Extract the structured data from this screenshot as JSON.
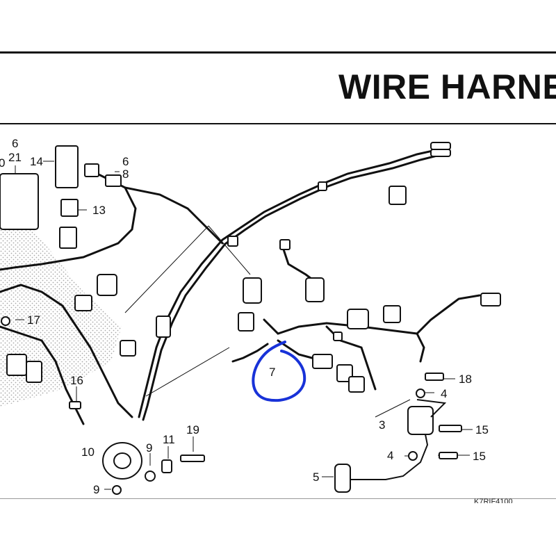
{
  "title": "WIRE HARNE",
  "diagram_code": "K7RIF4100",
  "colors": {
    "ink": "#111111",
    "stipple": "#9a9a9a",
    "highlight": "#1832d8"
  },
  "callouts": [
    {
      "id": "c-6a",
      "label": "6"
    },
    {
      "id": "c-21",
      "label": "21"
    },
    {
      "id": "c-20",
      "label": "0"
    },
    {
      "id": "c-14",
      "label": "14"
    },
    {
      "id": "c-6b",
      "label": "6"
    },
    {
      "id": "c-8",
      "label": "8"
    },
    {
      "id": "c-13",
      "label": "13"
    },
    {
      "id": "c-17",
      "label": "17"
    },
    {
      "id": "c-16",
      "label": "16"
    },
    {
      "id": "c-10",
      "label": "10"
    },
    {
      "id": "c-9a",
      "label": "9"
    },
    {
      "id": "c-11",
      "label": "11"
    },
    {
      "id": "c-19",
      "label": "19"
    },
    {
      "id": "c-9b",
      "label": "9"
    },
    {
      "id": "c-7",
      "label": "7"
    },
    {
      "id": "c-18",
      "label": "18"
    },
    {
      "id": "c-4a",
      "label": "4"
    },
    {
      "id": "c-3",
      "label": "3"
    },
    {
      "id": "c-15a",
      "label": "15"
    },
    {
      "id": "c-4b",
      "label": "4"
    },
    {
      "id": "c-15b",
      "label": "15"
    },
    {
      "id": "c-5",
      "label": "5"
    }
  ]
}
